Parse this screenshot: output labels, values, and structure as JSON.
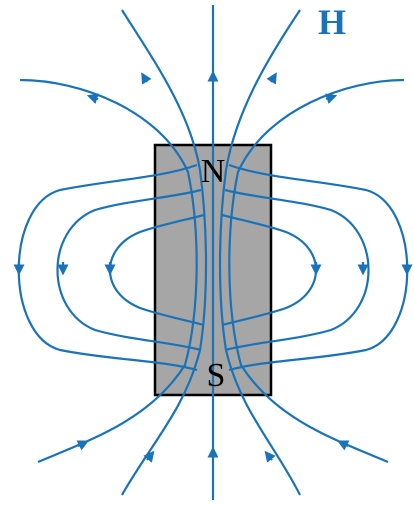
{
  "diagram": {
    "field_label": "H",
    "north_pole_label": "N",
    "south_pole_label": "S",
    "colors": {
      "field_lines": "#1a73b8",
      "field_label": "#1a73b8",
      "magnet_fill": "#a6a6a6",
      "magnet_outline": "#000000",
      "pole_labels": "#000000"
    }
  }
}
